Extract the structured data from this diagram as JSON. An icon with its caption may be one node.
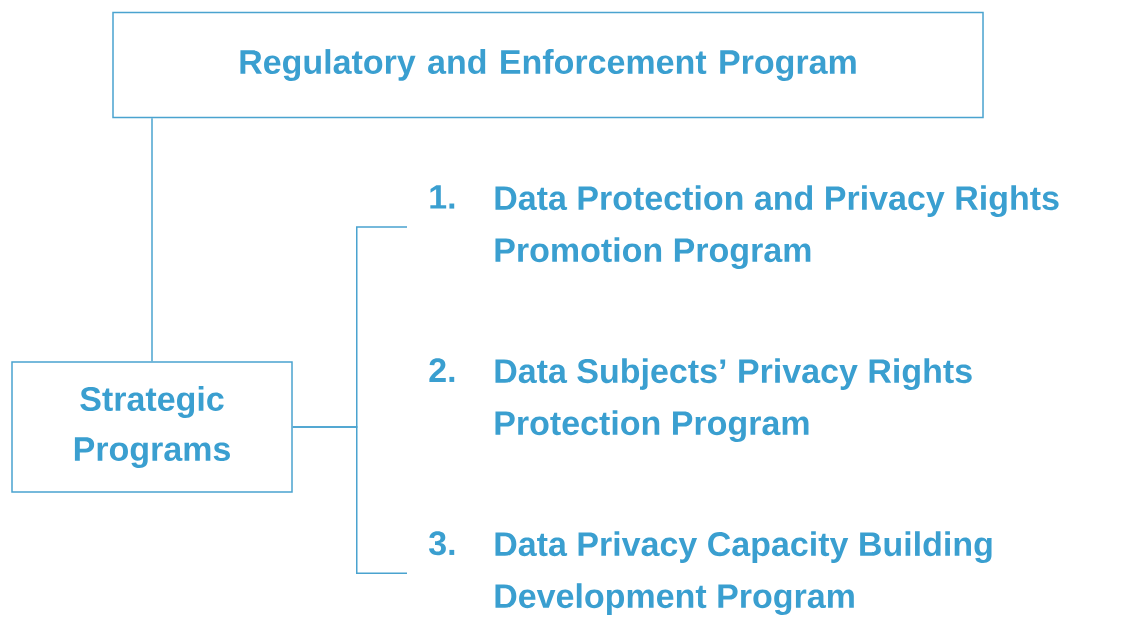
{
  "diagram": {
    "nodes": [
      {
        "text": [
          "Regulatory and Enforcement Program"
        ]
      },
      {
        "text": [
          "Strategic Programs"
        ]
      },
      {
        "text": [
          "1.",
          "Data Protection and Privacy Rights Promotion Program"
        ]
      },
      {
        "text": [
          "2.",
          "Data Subjects’ Privacy Rights Protection Program"
        ]
      },
      {
        "text": [
          "3.",
          "Data Privacy Capacity Building Development Program"
        ]
      }
    ],
    "edges": [
      {
        "from": 0,
        "to": 1,
        "arrow": "none"
      },
      {
        "from": 1,
        "to": 2,
        "arrow": "none"
      },
      {
        "from": 1,
        "to": 4,
        "arrow": "none"
      }
    ]
  }
}
